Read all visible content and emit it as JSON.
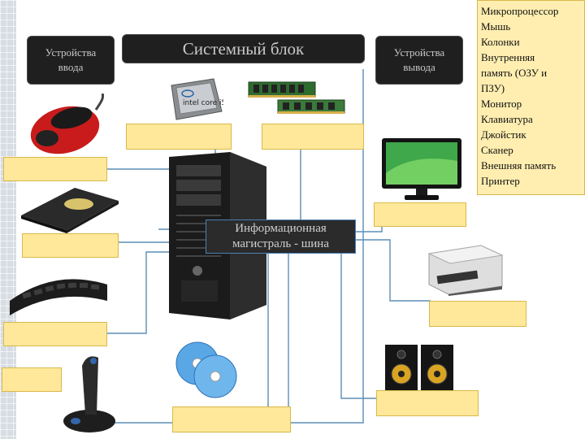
{
  "headers": {
    "input": [
      "Устройства",
      "ввода"
    ],
    "system": "Системный блок",
    "output": [
      "Устройства",
      "вывода"
    ]
  },
  "bus_label": [
    "Информационная",
    "магистраль - шина"
  ],
  "word_list": [
    "Микропроцессор",
    "Мышь",
    "Колонки",
    "Внутренняя",
    "память (ОЗУ и",
    "ПЗУ)",
    "Монитор",
    "Клавиатура",
    "Джойстик",
    "Сканер",
    "Внешняя память",
    "Принтер"
  ],
  "cpu_label": "intel core i5",
  "colors": {
    "header_bg": "#1f1f1f",
    "answer_box": "#ffe89a",
    "connector": "#5b8db5",
    "note_bg": "#ffeeb0"
  }
}
